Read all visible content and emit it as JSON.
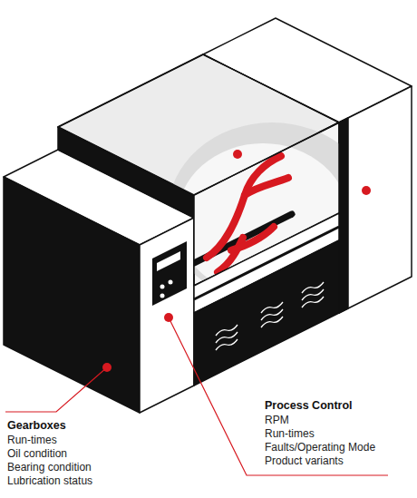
{
  "diagram": {
    "labels": [
      "Gearboxes",
      "Run-times",
      "Oil condition",
      "Bearing condition",
      "Lubrication status",
      "Process Control",
      "RPM",
      "Run-times",
      "Faults/Operating Mode",
      "Product variants"
    ]
  }
}
